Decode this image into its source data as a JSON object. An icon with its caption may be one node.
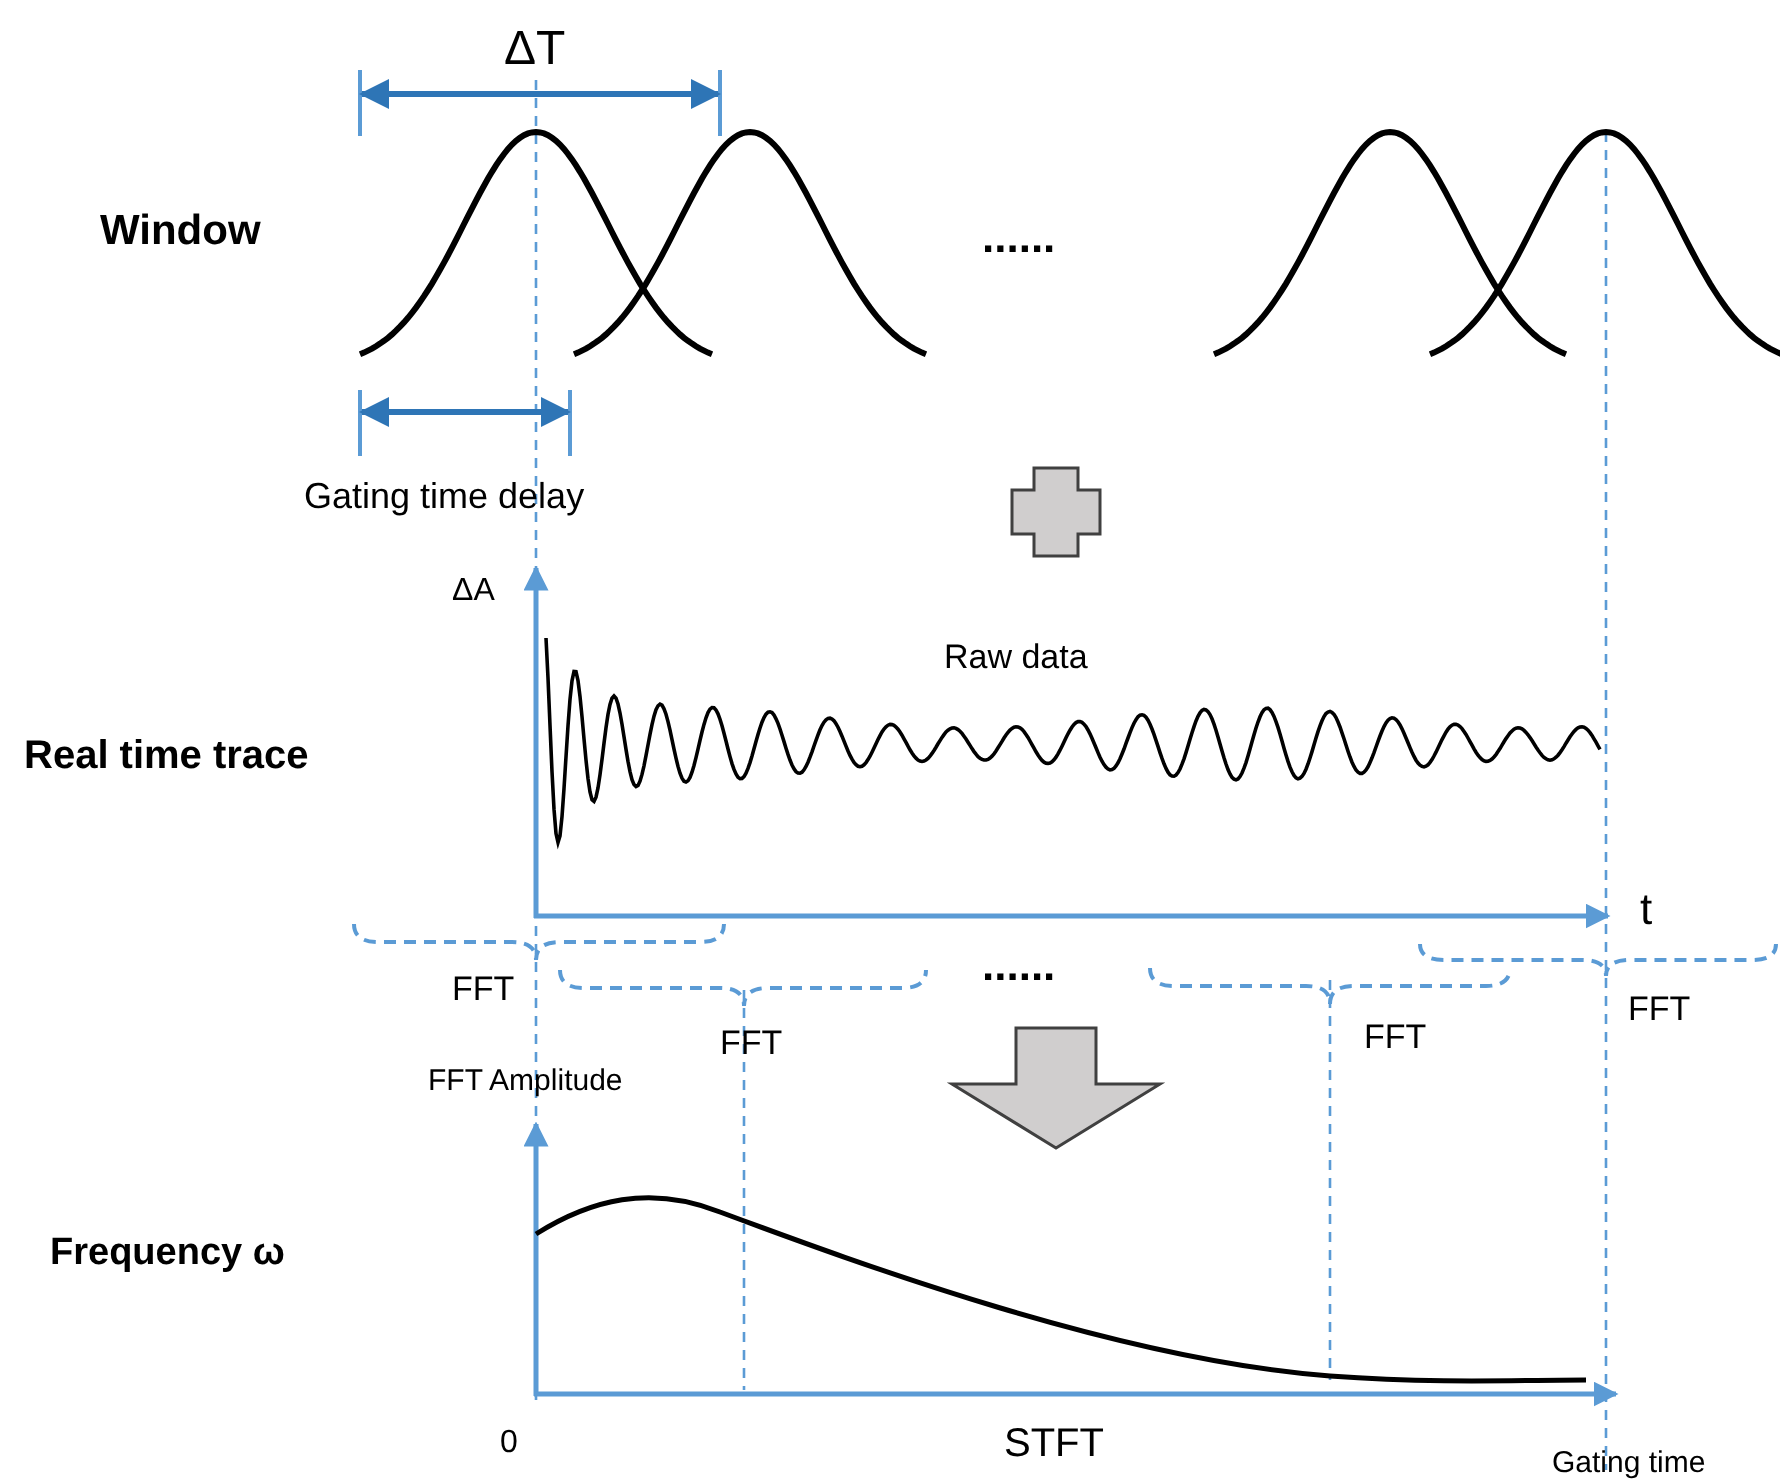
{
  "diagram": {
    "labels": [
      "ΔT",
      "Window",
      "......",
      "Gating time delay",
      "ΔA",
      "Raw data",
      "Real time trace",
      "t",
      "FFT",
      "......",
      "FFT",
      "FFT",
      "FFT",
      "FFT Amplitude",
      "Frequency ω",
      "0",
      "STFT",
      "Gating time"
    ]
  }
}
